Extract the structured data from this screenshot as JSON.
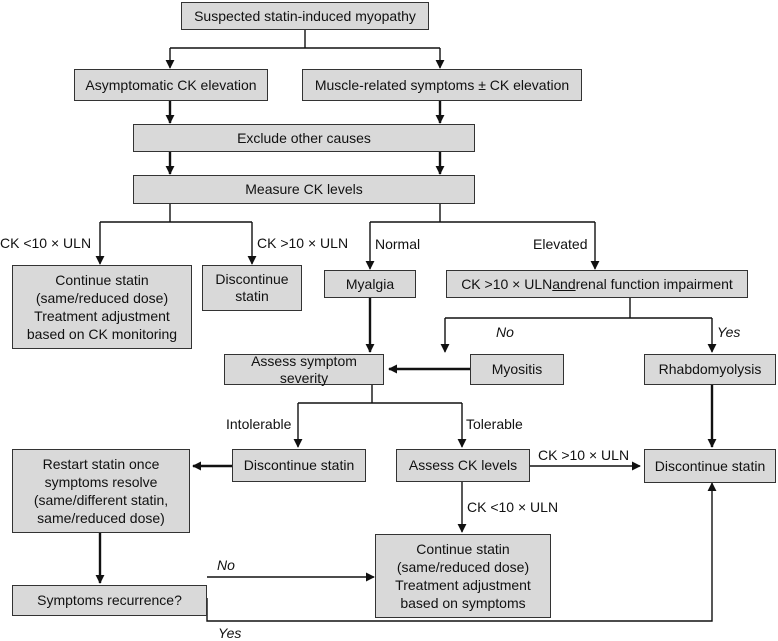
{
  "boxes": {
    "suspected": "Suspected statin-induced myopathy",
    "asymptomatic": "Asymptomatic CK elevation",
    "muscle_symptoms": "Muscle-related symptoms ± CK elevation",
    "exclude": "Exclude other causes",
    "measure": "Measure CK levels",
    "continue_monitor": "Continue statin\n(same/reduced dose)\nTreatment adjustment\nbased on CK monitoring",
    "discontinue_top": "Discontinue\nstatin",
    "myalgia": "Myalgia",
    "renal_pre": "CK >10 × ULN ",
    "renal_and": "and",
    "renal_post": " renal function impairment",
    "assess_severity": "Assess symptom severity",
    "myositis": "Myositis",
    "rhabdo": "Rhabdomyolysis",
    "restart": "Restart statin once\nsymptoms resolve\n(same/different statin,\nsame/reduced dose)",
    "discontinue_mid": "Discontinue statin",
    "assess_ck": "Assess CK levels",
    "discontinue_right": "Discontinue statin",
    "continue_symptoms": "Continue statin\n(same/reduced dose)\nTreatment adjustment\nbased on symptoms",
    "recurrence": "Symptoms recurrence?"
  },
  "labels": {
    "ck_lt_10": "CK <10 × ULN",
    "ck_gt_10": "CK >10 × ULN",
    "normal": "Normal",
    "elevated": "Elevated",
    "no_myositis": "No",
    "yes_rhabdo": "Yes",
    "intolerable": "Intolerable",
    "tolerable": "Tolerable",
    "ck_gt_10_right": "CK >10 × ULN",
    "ck_lt_10_bottom": "CK <10 × ULN",
    "no_recurrence": "No",
    "yes_recurrence": "Yes"
  }
}
